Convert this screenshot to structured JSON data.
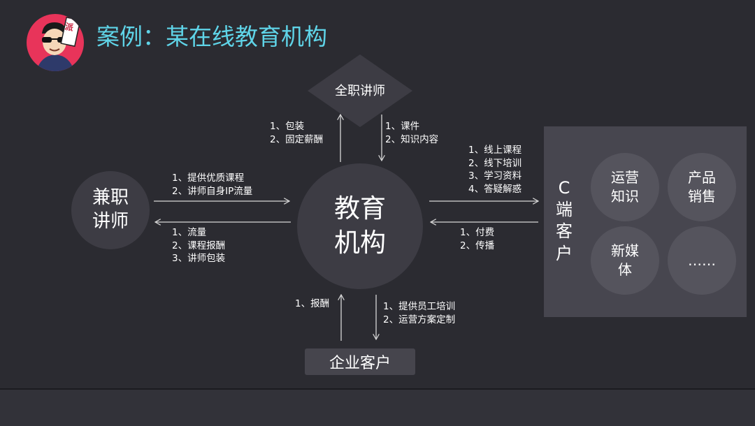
{
  "title": "案例：某在线教育机构",
  "avatar_badge": "派",
  "nodes": {
    "fulltime": "全职讲师",
    "center": "教育\n机构",
    "parttime": "兼职\n讲师",
    "enterprise": "企业客户",
    "c_client": "C\n端\n客\n户",
    "c_items": [
      "运营\n知识",
      "产品\n销售",
      "新媒\n体",
      "……"
    ]
  },
  "edges": {
    "to_fulltime": [
      "1、包装",
      "2、固定薪酬"
    ],
    "from_fulltime": [
      "1、课件",
      "2、知识内容"
    ],
    "from_parttime": [
      "1、提供优质课程",
      "2、讲师自身IP流量"
    ],
    "to_parttime": [
      "1、流量",
      "2、课程报酬",
      "3、讲师包装"
    ],
    "to_c": [
      "1、线上课程",
      "2、线下培训",
      "3、学习资料",
      "4、答疑解惑"
    ],
    "from_c": [
      "1、付费",
      "2、传播"
    ],
    "from_enterprise": [
      "1、报酬"
    ],
    "to_enterprise": [
      "1、提供员工培训",
      "2、运营方案定制"
    ]
  },
  "colors": {
    "title": "#5fd4e8",
    "background": "#2b2b31",
    "node": "#3d3c44",
    "panel": "#47464f",
    "avatar": "#e8345a"
  }
}
